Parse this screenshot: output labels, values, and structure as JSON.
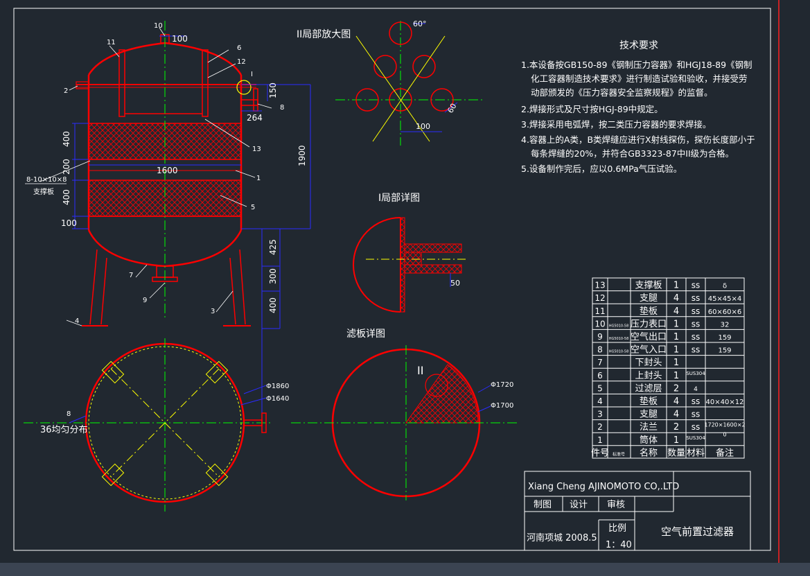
{
  "labels": {
    "detail_ii_title": "II局部放大图",
    "detail_i_title": "I局部详图",
    "filter_plate_title": "滤板详图",
    "support_plate_note": "8-10×10×8",
    "support_plate_label": "支撑板",
    "distribution_note": "36均匀分布",
    "detail_ii_mark": "II",
    "detail_i_mark": "I"
  },
  "dimensions": {
    "d_top": "100",
    "d_400a": "400",
    "d_200": "200",
    "d_1600": "1600",
    "d_400b": "400",
    "d_100": "100",
    "d_1900": "1900",
    "d_150": "150",
    "d_264": "264",
    "d_425": "425",
    "d_300": "300",
    "d_400c": "400",
    "d_8dia": "8",
    "d_60deg": "60°",
    "d_100b": "100",
    "d_60": "60",
    "d_50": "50",
    "d_r1860": "Φ1860",
    "d_r1640": "Φ1640",
    "d_f1720": "Φ1720",
    "d_f1700": "Φ1700"
  },
  "balloons": [
    "1",
    "2",
    "3",
    "4",
    "5",
    "6",
    "7",
    "8",
    "9",
    "10",
    "11",
    "12",
    "13"
  ],
  "tech_requirements": {
    "title": "技术要求",
    "items": [
      "1.本设备按GB150-89《钢制压力容器》和HGJ18-89《钢制",
      "化工容器制造技术要求》进行制造试验和验收，并接受劳",
      "动部颁发的《压力容器安全监察规程》的监督。",
      "2.焊接形式及尺寸按HGJ-89中规定。",
      "3.焊接采用电弧焊，按二类压力容器的要求焊接。",
      "4.容器上的A类，B类焊缝应进行X射线探伤，探伤长度部小于",
      "每条焊缝的20%，并符合GB3323-87中II级为合格。",
      "5.设备制作完后，应以0.6MPa气压试验。"
    ]
  },
  "parts_table": {
    "headers": [
      "件号",
      "标准号",
      "名称",
      "数量",
      "材料",
      "备注"
    ],
    "rows": [
      {
        "no": "13",
        "std": "",
        "name": "支撑板",
        "qty": "1",
        "mat": "ss",
        "note": "δ"
      },
      {
        "no": "12",
        "std": "",
        "name": "支腿",
        "qty": "4",
        "mat": "ss",
        "note": "45×45×4"
      },
      {
        "no": "11",
        "std": "",
        "name": "垫板",
        "qty": "4",
        "mat": "ss",
        "note": "60×60×6"
      },
      {
        "no": "10",
        "std": "HG5010-58",
        "name": "压力表口",
        "qty": "1",
        "mat": "ss",
        "note": "32"
      },
      {
        "no": "9",
        "std": "HG5010-58",
        "name": "空气出口",
        "qty": "1",
        "mat": "ss",
        "note": "159"
      },
      {
        "no": "8",
        "std": "HG5010-58",
        "name": "空气入口",
        "qty": "1",
        "mat": "ss",
        "note": "159"
      },
      {
        "no": "7",
        "std": "",
        "name": "下封头",
        "qty": "1",
        "mat": "",
        "note": ""
      },
      {
        "no": "6",
        "std": "",
        "name": "上封头",
        "qty": "1",
        "mat": "",
        "note": ""
      },
      {
        "no": "5",
        "std": "",
        "name": "过滤层",
        "qty": "2",
        "mat": "",
        "note": ""
      },
      {
        "no": "4",
        "std": "",
        "name": "垫板",
        "qty": "4",
        "mat": "ss",
        "note": "40×40×12"
      },
      {
        "no": "3",
        "std": "",
        "name": "支腿",
        "qty": "4",
        "mat": "ss",
        "note": ""
      },
      {
        "no": "2",
        "std": "",
        "name": "法兰",
        "qty": "2",
        "mat": "ss",
        "note": ""
      },
      {
        "no": "1",
        "std": "",
        "name": "筒体",
        "qty": "1",
        "mat": "",
        "note": ""
      }
    ],
    "merged_mat_a": "SUS304",
    "merged_mat_a2": "4",
    "merged_mat_b": "SUS304",
    "merged_note_b1": "1720×1600×2",
    "merged_note_b2": "0"
  },
  "title_block": {
    "company": "Xiang Cheng AJINOMOTO CO,.LTD",
    "draw": "制图",
    "design": "设计",
    "check": "审核",
    "place_date": "河南项城 2008.5",
    "scale_label": "比例",
    "scale": "1：40",
    "drawing_name": "空气前置过滤器"
  },
  "colors": {
    "background": "#212830",
    "line": "#ffffff",
    "body": "#ff0000",
    "dims": "#2b2bff",
    "center": "#00ff00",
    "hatch": "#ff0000",
    "aux": "#ffff00",
    "text": "#ffffff"
  }
}
